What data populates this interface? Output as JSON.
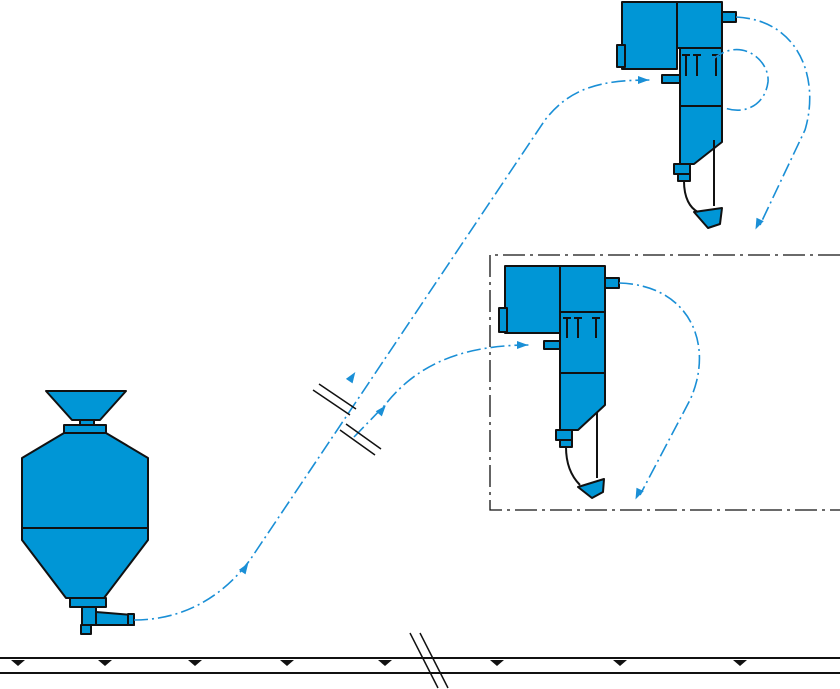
{
  "colors": {
    "equipment_fill": "#0096d6",
    "flow_line": "#1a8fd6",
    "outline": "#111111",
    "background": "#ffffff"
  },
  "elements": {
    "pressure_vessel": "pressure-vessel-tank",
    "receiver_upper": "upper-filter-receiver",
    "receiver_lower": "lower-filter-receiver",
    "boundary": "dash-dot-boundary-box",
    "floor": "floor-level-line",
    "break_marks": "pipeline-break-marks"
  },
  "flow_direction": "from-vessel-to-receivers-and-back"
}
